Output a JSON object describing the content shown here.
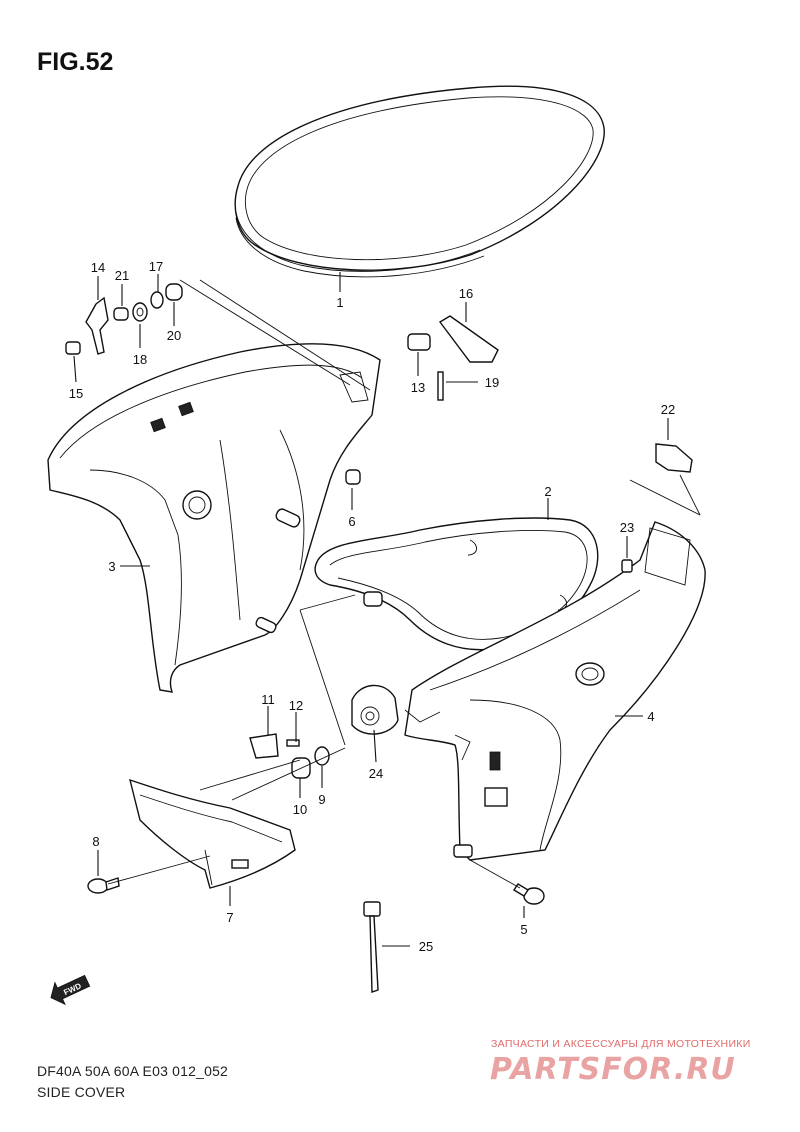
{
  "figure": {
    "title": "FIG.52",
    "model_code": "DF40A 50A 60A E03 012_052",
    "section_name": "SIDE COVER"
  },
  "fwd_badge": {
    "label": "FWD",
    "icon": "arrow-fwd-icon"
  },
  "watermark": {
    "subtitle": "ЗАПЧАСТИ И АКСЕССУАРЫ ДЛЯ МОТОТЕХНИКИ",
    "logo": "PARTSFOR.RU",
    "color": "#e06a6a"
  },
  "callouts": [
    {
      "id": "1",
      "label": "1"
    },
    {
      "id": "2",
      "label": "2"
    },
    {
      "id": "3",
      "label": "3"
    },
    {
      "id": "4",
      "label": "4"
    },
    {
      "id": "5",
      "label": "5"
    },
    {
      "id": "6",
      "label": "6"
    },
    {
      "id": "7",
      "label": "7"
    },
    {
      "id": "8",
      "label": "8"
    },
    {
      "id": "9",
      "label": "9"
    },
    {
      "id": "10",
      "label": "10"
    },
    {
      "id": "11",
      "label": "11"
    },
    {
      "id": "12",
      "label": "12"
    },
    {
      "id": "13",
      "label": "13"
    },
    {
      "id": "14",
      "label": "14"
    },
    {
      "id": "15",
      "label": "15"
    },
    {
      "id": "16",
      "label": "16"
    },
    {
      "id": "17",
      "label": "17"
    },
    {
      "id": "18",
      "label": "18"
    },
    {
      "id": "19",
      "label": "19"
    },
    {
      "id": "20",
      "label": "20"
    },
    {
      "id": "21",
      "label": "21"
    },
    {
      "id": "22",
      "label": "22"
    },
    {
      "id": "23",
      "label": "23"
    },
    {
      "id": "24",
      "label": "24"
    },
    {
      "id": "25",
      "label": "25"
    }
  ]
}
